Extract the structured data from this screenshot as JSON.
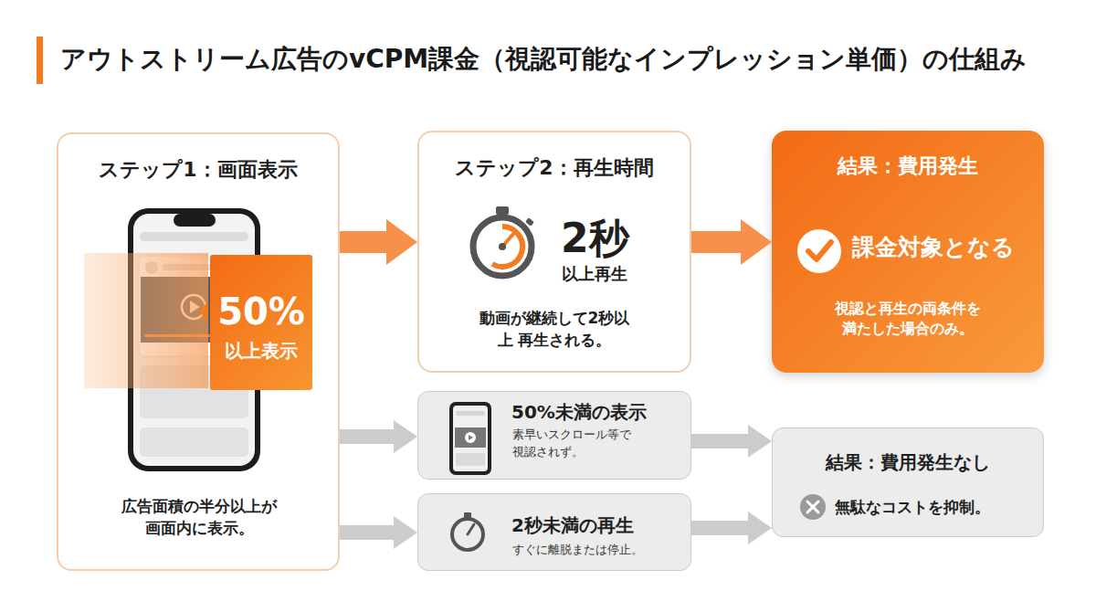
{
  "diagram": {
    "title": "アウトストリーム広告のvCPM課金（視認可能なインプレッション単価）の仕組み",
    "nodes": [
      {
        "text": [
          "ステップ1：画面表示",
          "広告面積の半分以上が 画面内に表示。"
        ]
      },
      {
        "text": [
          "50%",
          "以上表示"
        ],
        "in": 0
      },
      {
        "text": [
          "ステップ2：再生時間",
          "2秒",
          "以上再生",
          "動画が継続して2秒以上 再生される。"
        ]
      },
      {
        "text": [
          "結果：費用発生",
          "課金対象となる",
          "視認と再生の両条件を 満たした場合のみ。"
        ]
      },
      {
        "text": [
          "50%未満の表示",
          "素早いスクロール等で 視認されず。"
        ]
      },
      {
        "text": [
          "2秒未満の再生",
          "すぐに離脱または停止。"
        ]
      },
      {
        "text": [
          "結果：費用発生なし",
          "無駄なコストを抑制。"
        ]
      }
    ],
    "edges": [
      {
        "from": 0,
        "to": 2,
        "arrow": "to"
      },
      {
        "from": 2,
        "to": 3,
        "arrow": "to"
      },
      {
        "from": 0,
        "to": 4,
        "arrow": "to"
      },
      {
        "from": 0,
        "to": 5,
        "arrow": "to"
      },
      {
        "from": 4,
        "to": 6,
        "arrow": "to"
      },
      {
        "from": 5,
        "to": 6,
        "arrow": "to"
      }
    ]
  }
}
